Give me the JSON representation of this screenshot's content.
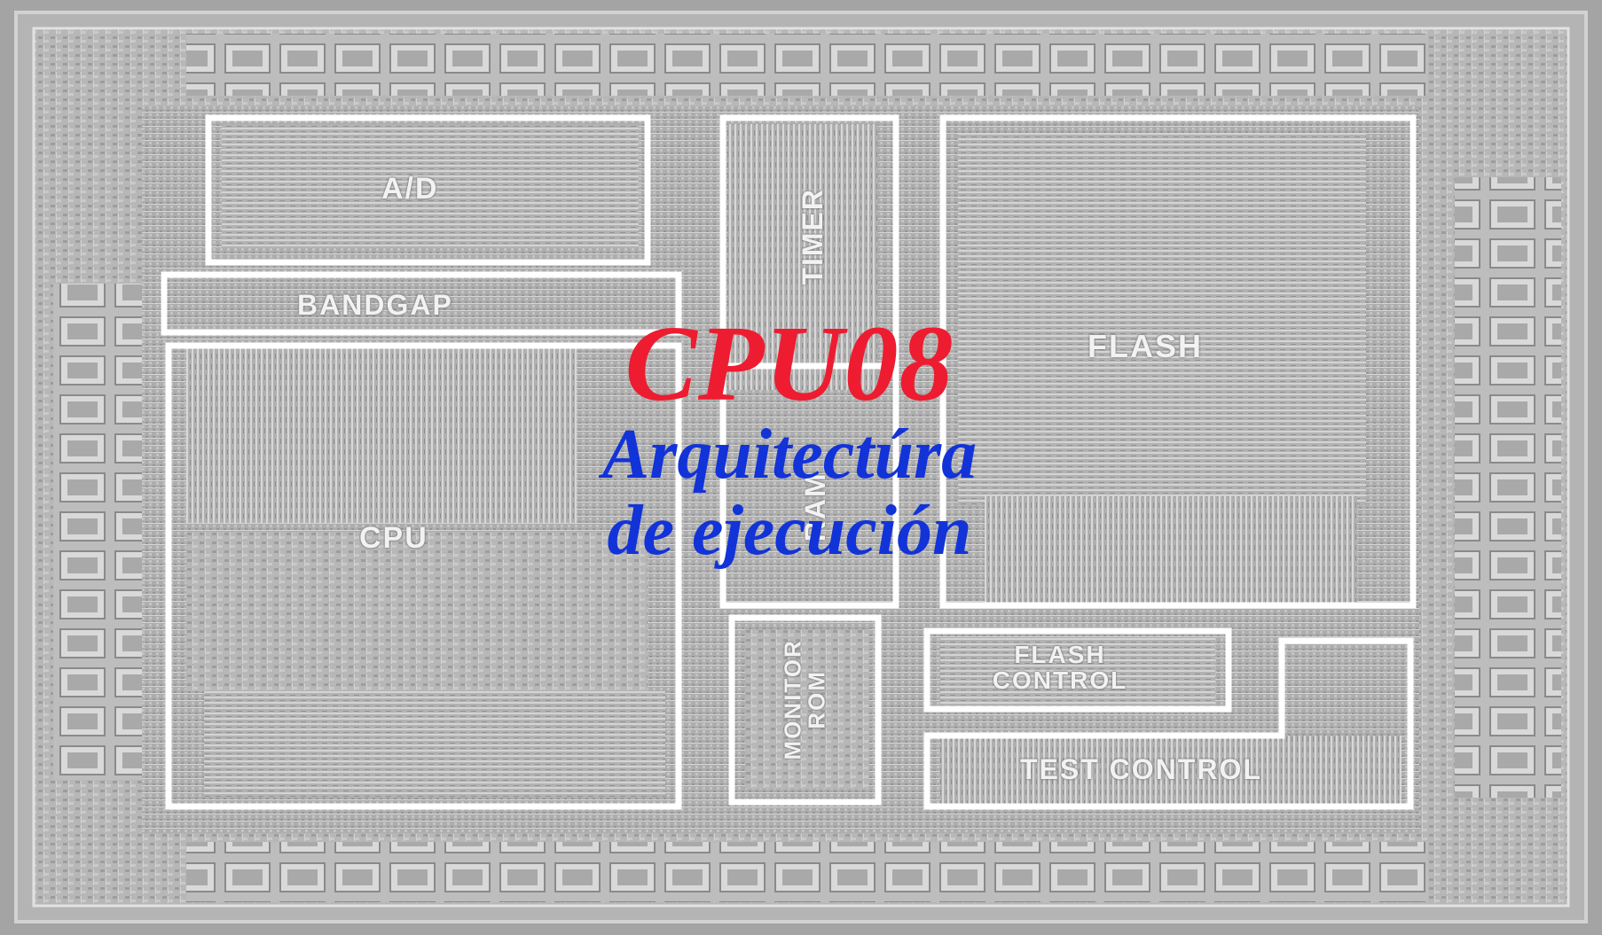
{
  "colors": {
    "background": "#a4a4a4",
    "die_fill": "#b4b4b4",
    "block_outline": "#ffffff",
    "label": "#f2f2f2",
    "title_red": "#ee1c30",
    "title_blue": "#1233d8"
  },
  "title": {
    "main": "CPU08",
    "line1": "Arquitectúra",
    "line2": "de ejecución"
  },
  "blocks": {
    "ad": "A/D",
    "bandgap": "BANDGAP",
    "cpu": "CPU",
    "timer": "TIMER",
    "ram": "RAM",
    "flash": "FLASH",
    "flash_control_1": "FLASH",
    "flash_control_2": "CONTROL",
    "monitor_rom_1": "MONITOR",
    "monitor_rom_2": "ROM",
    "test_control": "TEST CONTROL"
  }
}
